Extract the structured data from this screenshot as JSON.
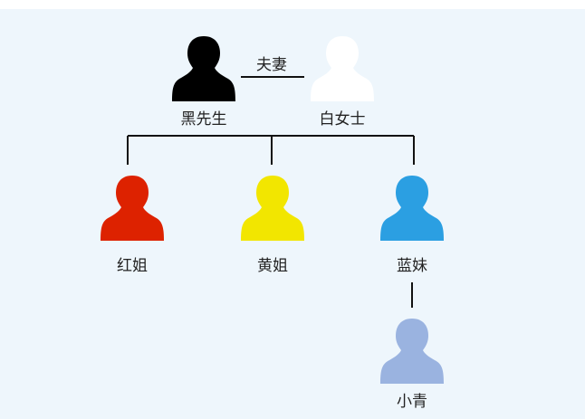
{
  "people": {
    "father": {
      "name": "黑先生",
      "color": "#000000",
      "icon": "person-silhouette-icon"
    },
    "mother": {
      "name": "白女士",
      "color": "#ffffff",
      "icon": "person-silhouette-icon"
    },
    "child_red": {
      "name": "红姐",
      "color": "#dd2200",
      "icon": "person-silhouette-icon"
    },
    "child_yellow": {
      "name": "黄姐",
      "color": "#f2e600",
      "icon": "person-silhouette-icon"
    },
    "child_blue": {
      "name": "蓝妹",
      "color": "#2b9fe2",
      "icon": "person-silhouette-icon"
    },
    "grandchild": {
      "name": "小青",
      "color": "#9ab3e0",
      "icon": "person-silhouette-icon"
    }
  },
  "relations": {
    "spouse_label": "夫妻"
  },
  "colors": {
    "background": "#eef6fc",
    "line": "#111111"
  }
}
